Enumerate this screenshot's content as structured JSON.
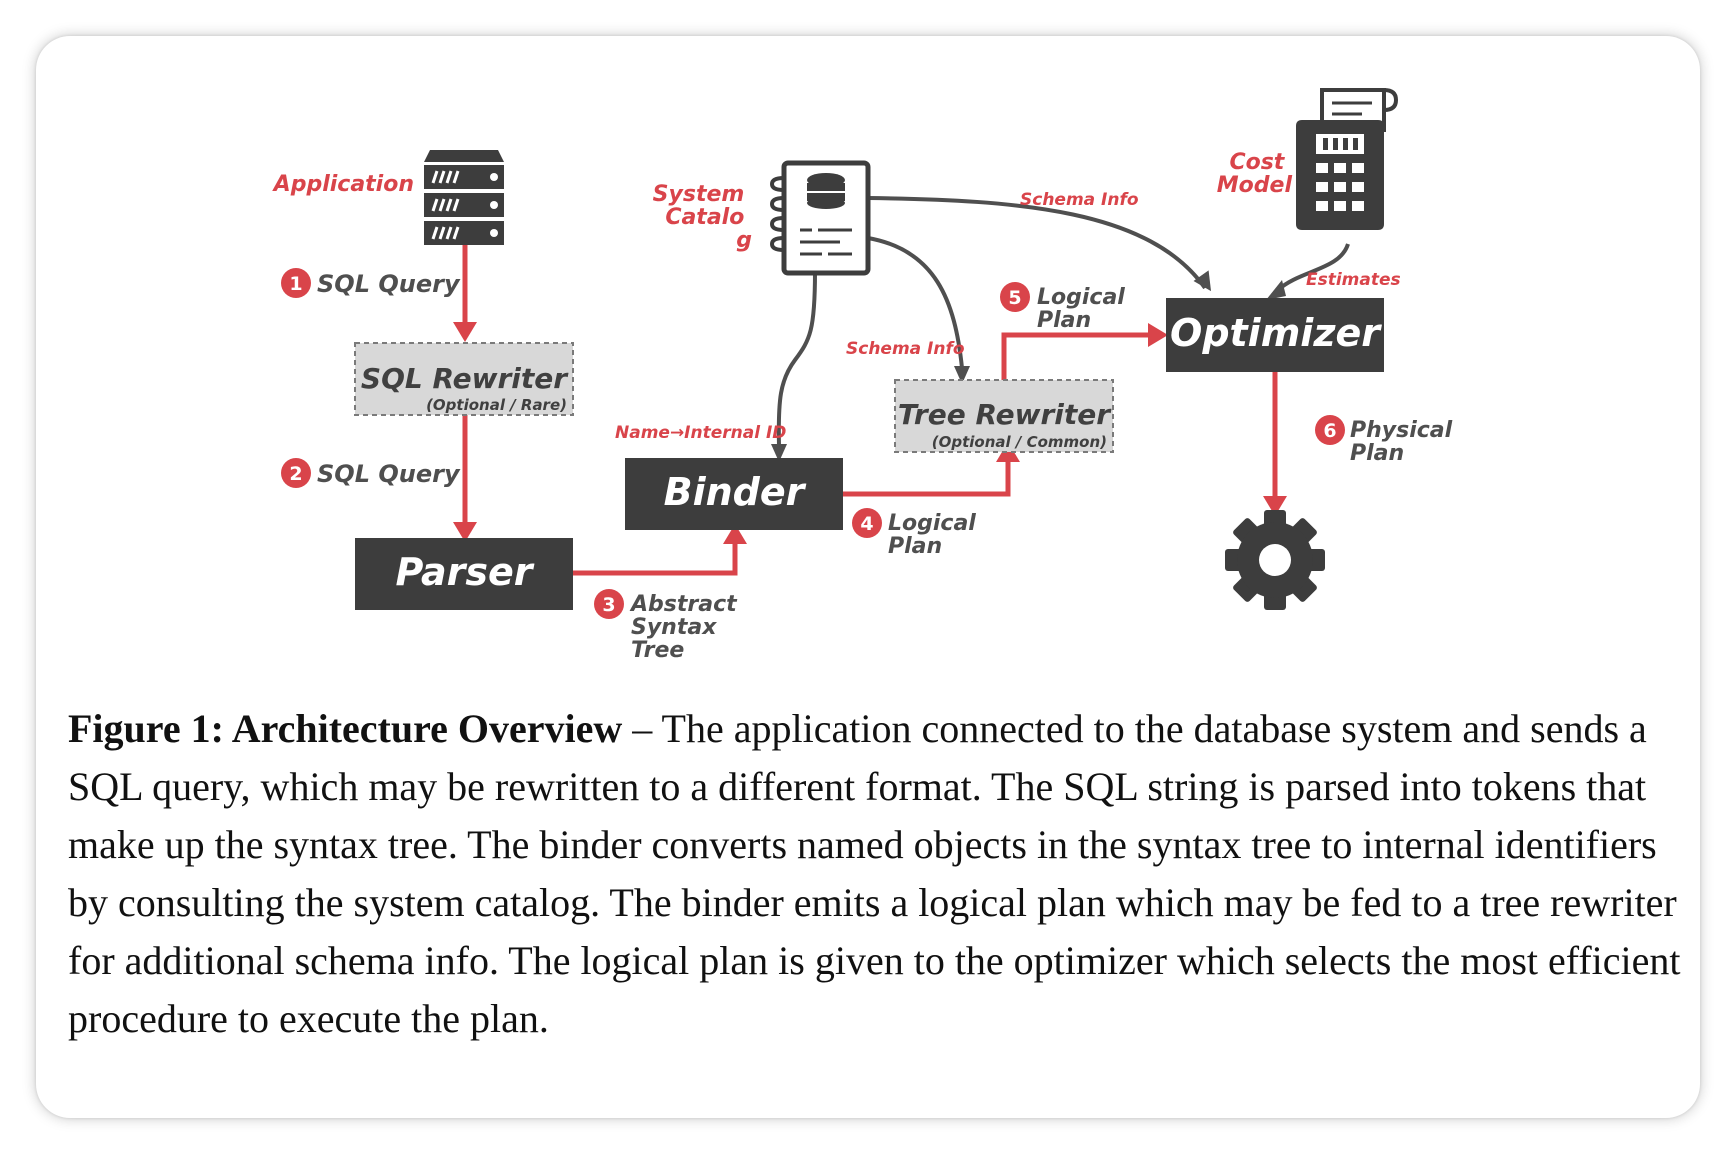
{
  "diagram": {
    "application_label": "Application",
    "system_catalog_label": [
      "System",
      "Catalo",
      "g"
    ],
    "cost_model_label": [
      "Cost",
      "Model"
    ],
    "schema_info_top": "Schema Info",
    "schema_info_left": "Schema Info",
    "estimates_label": "Estimates",
    "name_internal_label": "Name→Internal ID",
    "sql_rewriter": {
      "title": "SQL Rewriter",
      "subtitle": "(Optional / Rare)"
    },
    "tree_rewriter": {
      "title": "Tree Rewriter",
      "subtitle": "(Optional / Common)"
    },
    "parser_label": "Parser",
    "binder_label": "Binder",
    "optimizer_label": "Optimizer",
    "steps": [
      {
        "num": "1",
        "lines": [
          "SQL Query"
        ]
      },
      {
        "num": "2",
        "lines": [
          "SQL Query"
        ]
      },
      {
        "num": "3",
        "lines": [
          "Abstract",
          "Syntax",
          "Tree"
        ]
      },
      {
        "num": "4",
        "lines": [
          "Logical",
          "Plan"
        ]
      },
      {
        "num": "5",
        "lines": [
          "Logical",
          "Plan"
        ]
      },
      {
        "num": "6",
        "lines": [
          "Physical",
          "Plan"
        ]
      }
    ],
    "colors": {
      "red": "#d9444a",
      "dark": "#3d3d3d",
      "gray": "#4f4f4f",
      "dashed_fill": "#d8d8d8"
    },
    "icons": [
      "server-icon",
      "catalog-notebook-icon",
      "calculator-icon",
      "gear-icon"
    ]
  },
  "caption": {
    "title": "Figure 1: Architecture Overview",
    "text": " – The application connected to the database sys­tem and sends a SQL query, which may be rewritten to a different format. The SQL string is parsed into tokens that make up the syntax tree. The binder converts named objects in the syntax tree to internal identifiers by consulting the system catalog. The binder emits a logical plan which may be fed to a tree rewriter for additional schema info. The logical plan is given to the optimizer which selects the most efficient pro­cedure to execute the plan."
  }
}
